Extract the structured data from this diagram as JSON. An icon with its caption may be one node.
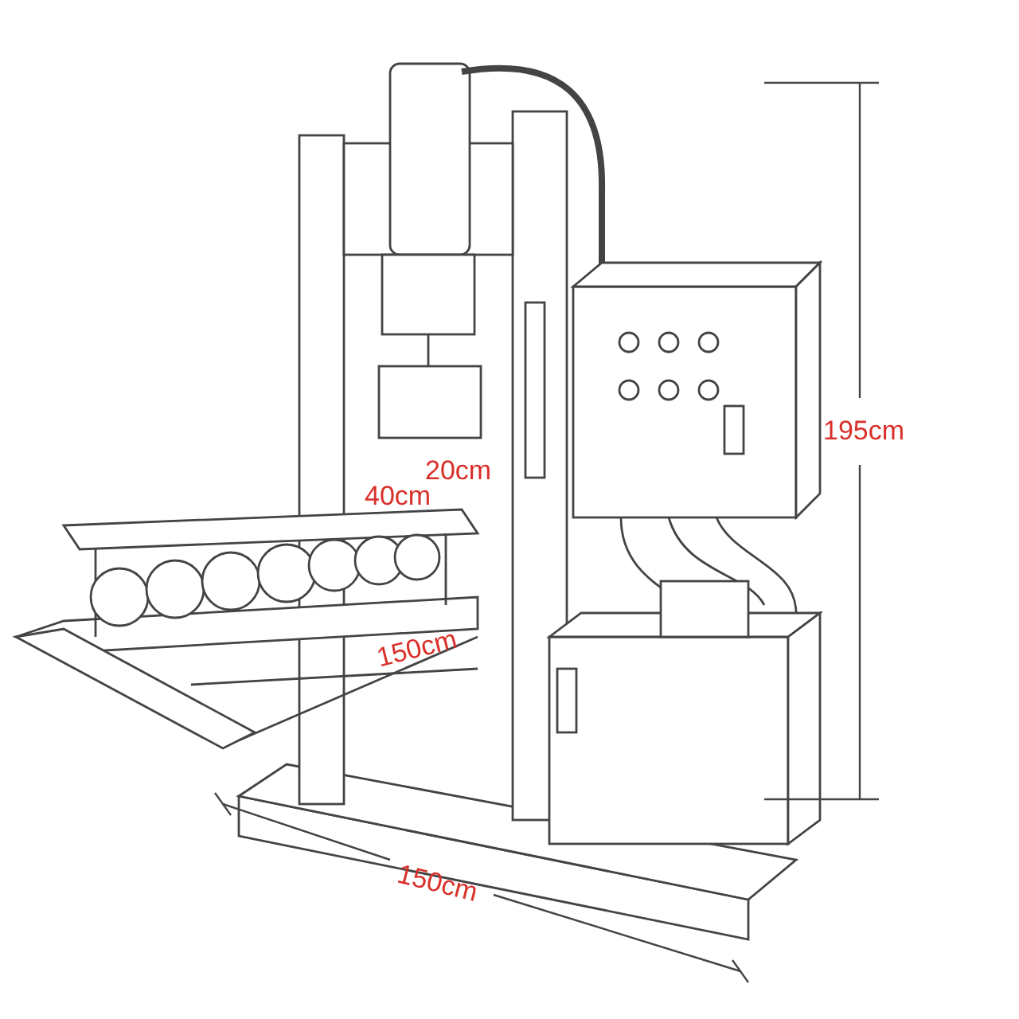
{
  "diagram": {
    "labels": [
      "195cm",
      "20cm",
      "40cm",
      "150cm",
      "150cm"
    ]
  }
}
